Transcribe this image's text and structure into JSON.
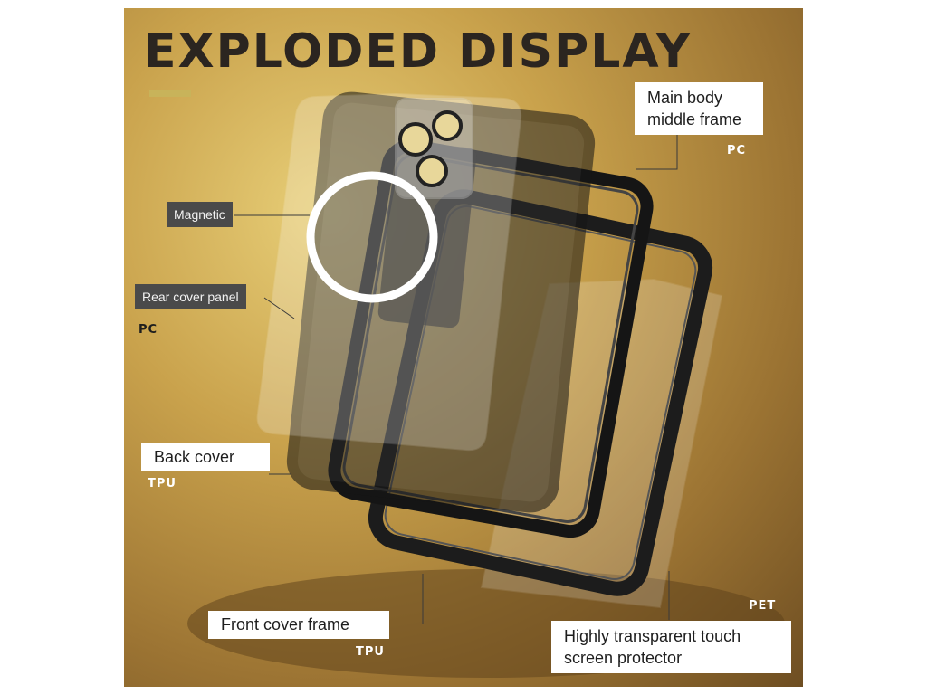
{
  "title": "EXPLODED DISPLAY",
  "labels": {
    "main_body": "Main body\nmiddle frame",
    "main_body_material": "PC",
    "magnetic": "Magnetic",
    "rear_cover": "Rear cover panel",
    "rear_cover_material": "PC",
    "back_cover": "Back cover",
    "back_cover_material": "TPU",
    "front_cover": "Front cover frame",
    "front_cover_material": "TPU",
    "screen_protector": "Highly transparent touch\nscreen protector",
    "screen_protector_material": "PET"
  },
  "colors": {
    "background_light": "#e8cf78",
    "background_dark": "#6e4e22",
    "frame": "#1c1c1c",
    "accent": "#c8b35a"
  }
}
